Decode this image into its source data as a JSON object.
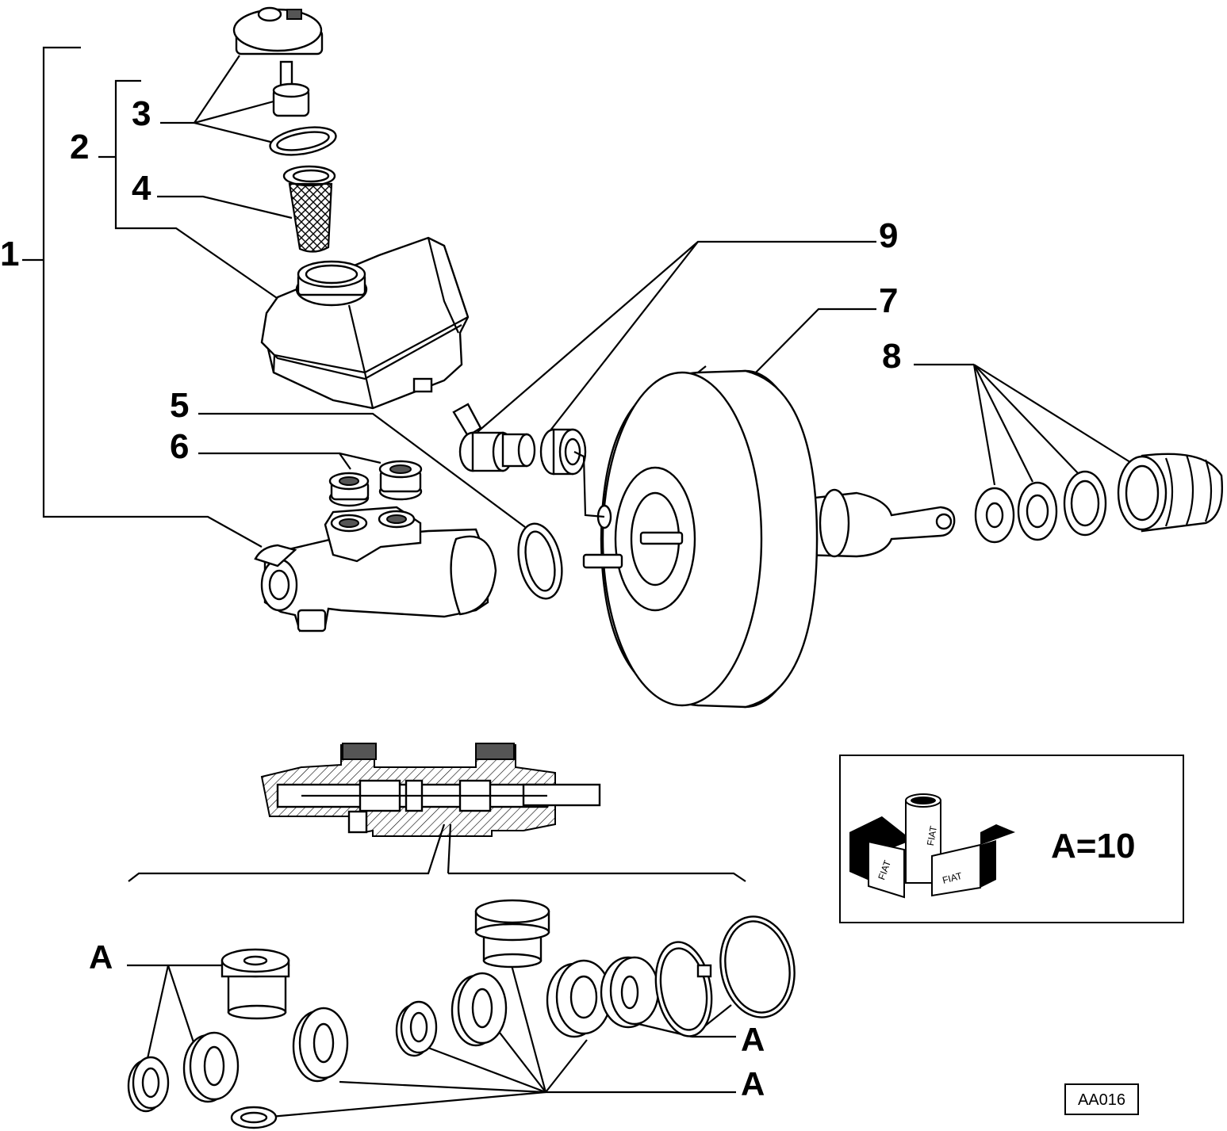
{
  "callouts": {
    "c1": "1",
    "c2": "2",
    "c3": "3",
    "c4": "4",
    "c5": "5",
    "c6": "6",
    "c7": "7",
    "c8": "8",
    "c9": "9"
  },
  "seal_markers": {
    "left": "A",
    "right_upper": "A",
    "right_lower": "A"
  },
  "lubricant_box": {
    "brand_text": "FIAT",
    "quantity": "A=10",
    "icon": "lubricant-can-icon"
  },
  "drawing_ref": "AA016"
}
